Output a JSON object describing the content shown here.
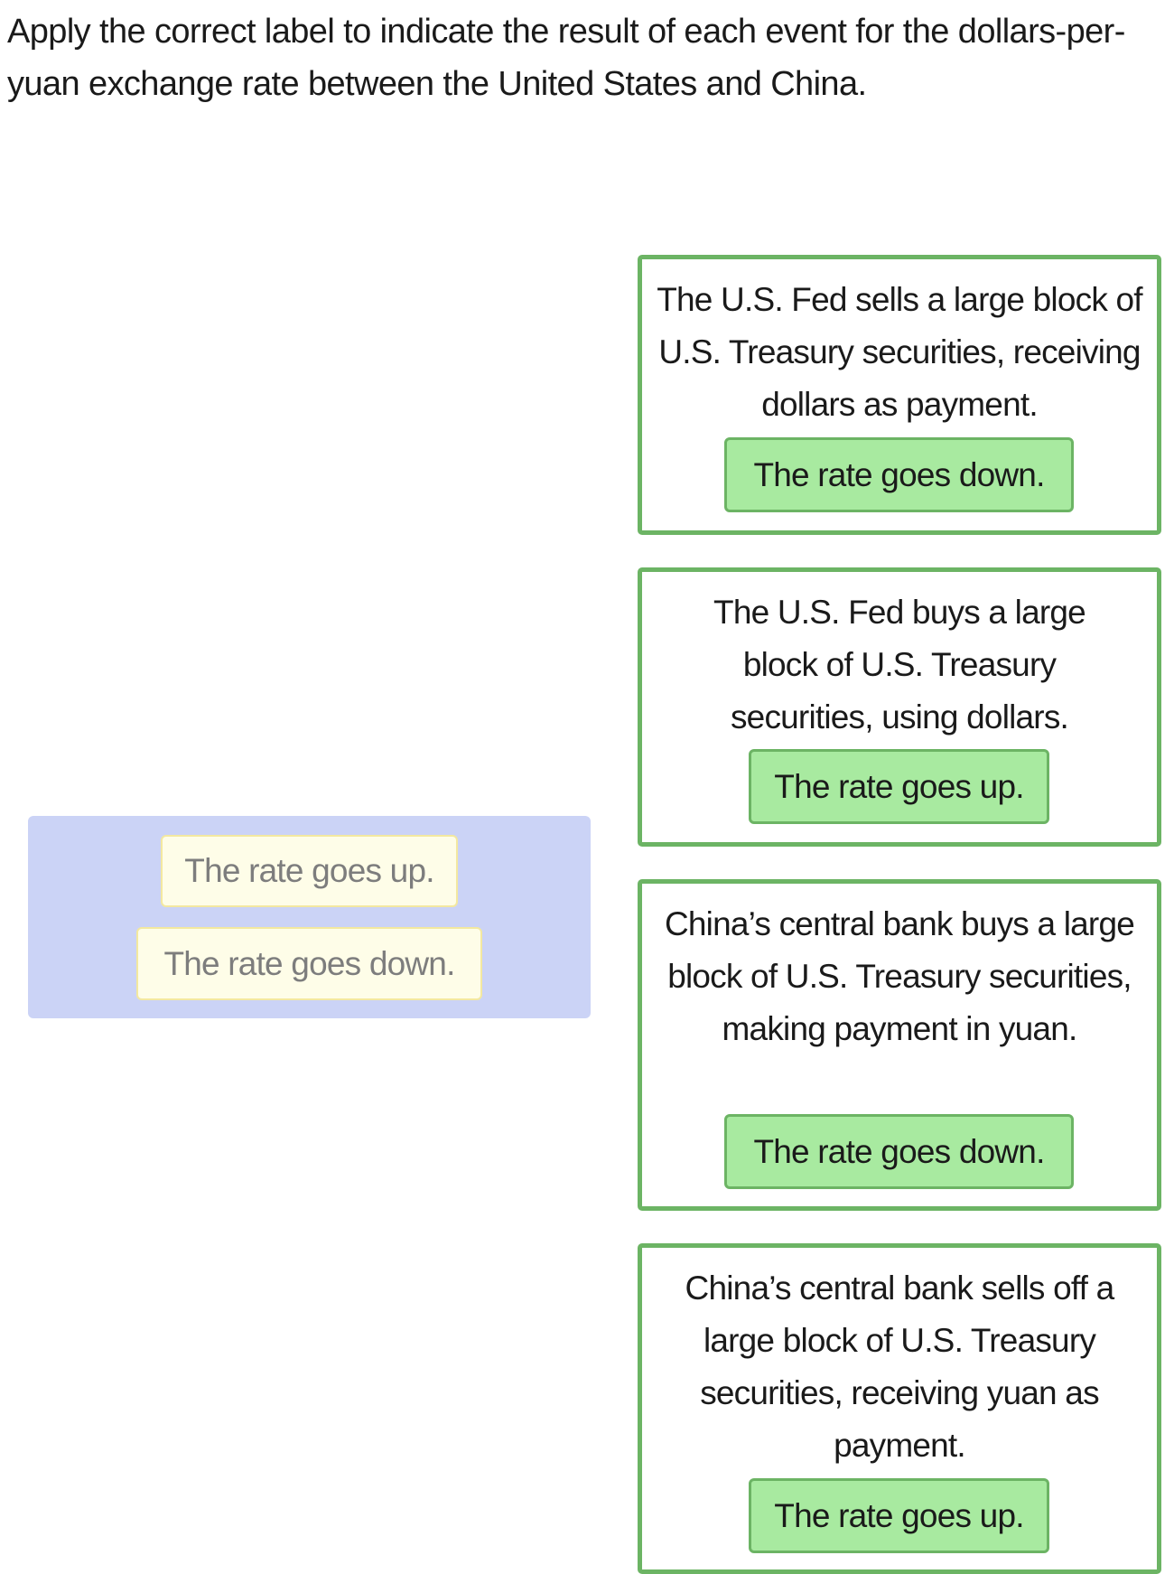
{
  "prompt": "Apply the correct label to indicate the result of each event for the dollars-per-yuan exchange rate between the United States and China.",
  "bank": {
    "labels": [
      "The rate goes up.",
      "The rate goes down."
    ]
  },
  "targets": [
    {
      "event": "The U.S. Fed sells a large block of U.S. Treasury securities, receiving dollars as payment.",
      "placed_label": "The rate goes down."
    },
    {
      "event": "The U.S. Fed buys a large block of U.S. Treasury securities, using dollars.",
      "placed_label": "The rate goes up."
    },
    {
      "event": "China’s central bank buys a large block of U.S. Treasury securities, making payment in yuan.",
      "placed_label": "The rate goes down."
    },
    {
      "event": "China’s central bank sells off a large block of U.S. Treasury securities, receiving yuan as payment.",
      "placed_label": "The rate goes up."
    }
  ],
  "colors": {
    "target_border": "#6cb464",
    "placed_fill": "#a8eaa0",
    "bank_fill": "#cbd3f6",
    "free_chip_fill": "#fefde8"
  }
}
